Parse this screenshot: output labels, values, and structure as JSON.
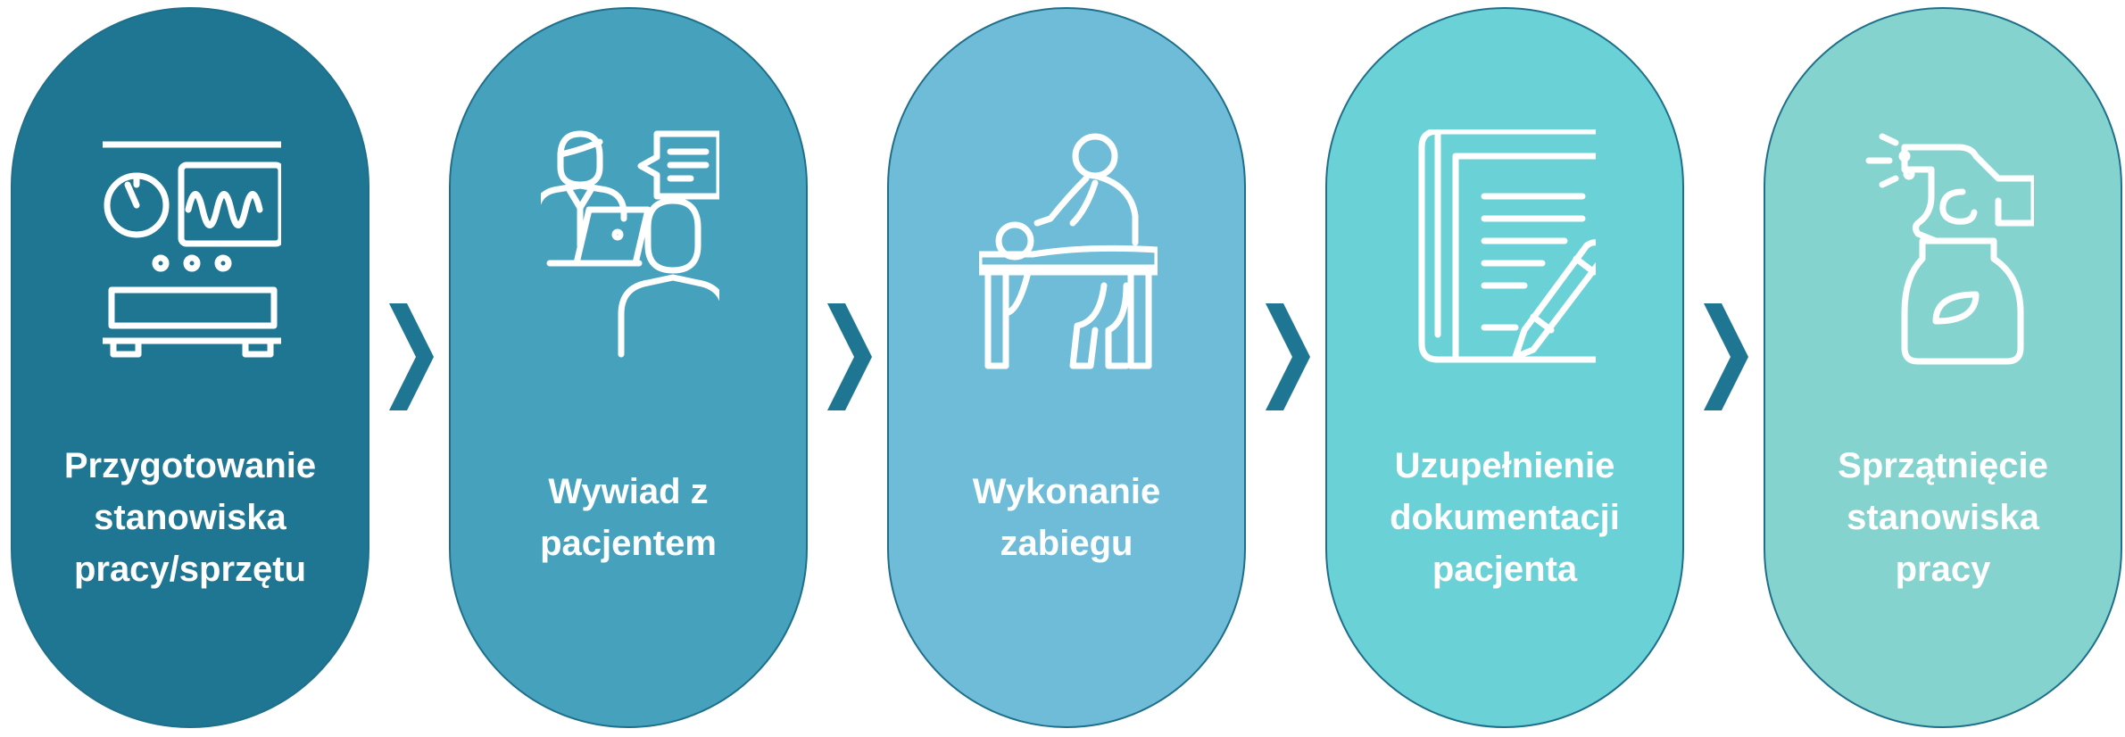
{
  "colors": {
    "step1": "#1f7693",
    "step2": "#46a1bd",
    "step3": "#6ebcd7",
    "step4": "#6ad1d7",
    "step5": "#85d3cf",
    "chevron": "#1f7693",
    "icon": "#ffffff"
  },
  "steps": [
    {
      "label": "Przygotowanie\nstanowiska\npracy/sprzętu",
      "icon": "equipment-panel-icon"
    },
    {
      "label": "Wywiad z\npacjentem",
      "icon": "interview-icon"
    },
    {
      "label": "Wykonanie\nzabiegu",
      "icon": "massage-icon"
    },
    {
      "label": "Uzupełnienie\ndokumentacji\npacjenta",
      "icon": "document-pen-icon"
    },
    {
      "label": "Sprzątnięcie\nstanowiska\npracy",
      "icon": "spray-bottle-icon"
    }
  ]
}
